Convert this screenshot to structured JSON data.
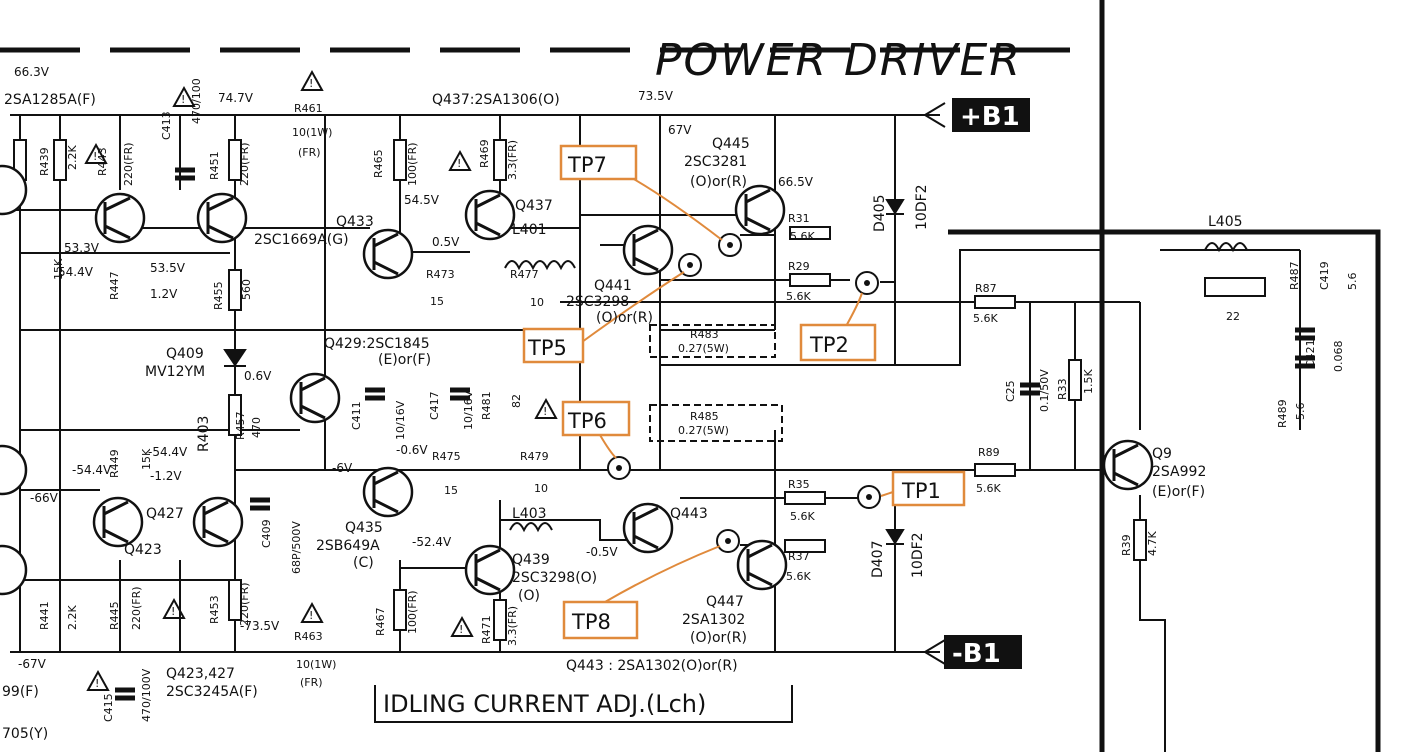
{
  "title": "POWER DRIVER",
  "note": "IDLING CURRENT ADJ.(Lch)",
  "rails": {
    "positive": "+B1",
    "negative": "-B1"
  },
  "test_points": [
    {
      "id": "tp7",
      "label": "TP7"
    },
    {
      "id": "tp5",
      "label": "TP5"
    },
    {
      "id": "tp2",
      "label": "TP2"
    },
    {
      "id": "tp6",
      "label": "TP6"
    },
    {
      "id": "tp1",
      "label": "TP1"
    },
    {
      "id": "tp8",
      "label": "TP8"
    }
  ],
  "labels": [
    "2SA1285A(F)",
    "Q437:2SA1306(O)",
    "Q445",
    "2SC3281",
    "(O)or(R)",
    "Q433",
    "2SC1669A(G)",
    "Q437",
    "L401",
    "Q441",
    "2SC3298",
    "(O)or(R)",
    "Q429:2SC1845",
    "(E)or(F)",
    "Q409",
    "MV12YM",
    "R403",
    "Q435",
    "2SB649A",
    "(C)",
    "L403",
    "Q443",
    "Q439",
    "2SC3298(O)",
    "(O)",
    "Q447",
    "2SA1302",
    "(O)or(R)",
    "Q443 : 2SA1302(O)or(R)",
    "Q423,427",
    "2SC3245A(F)",
    "Q427",
    "Q423",
    "Q9",
    "2SA992",
    "(E)or(F)",
    "L405",
    "D405",
    "10DF2",
    "D407",
    "10DF2",
    "705(Y)",
    "99(F)"
  ],
  "components": [
    "R31",
    "5.6K",
    "R29",
    "5.6K",
    "R483",
    "0.27(5W)",
    "R485",
    "0.27(5W)",
    "R35",
    "5.6K",
    "R37",
    "5.6K",
    "R87",
    "5.6K",
    "R89",
    "5.6K",
    "C25",
    "0.1/50V",
    "R33",
    "1.5K",
    "R39",
    "4.7K",
    "R487",
    "22",
    "C421",
    "0.068",
    "C419",
    "5.6",
    "R489",
    "5.6",
    "R461",
    "10(1W)",
    "(FR)",
    "R463",
    "10(1W)",
    "(FR)",
    "R439",
    "2.2K",
    "R441",
    "2.2K",
    "R443",
    "220(FR)",
    "R445",
    "220(FR)",
    "R447",
    "15K",
    "R449",
    "15K",
    "R455",
    "560",
    "R457",
    "470",
    "R451",
    "220(FR)",
    "R453",
    "220(FR)",
    "R465",
    "100(FR)",
    "R467",
    "100(FR)",
    "R469",
    "3.3(FR)",
    "R471",
    "3.3(FR)",
    "C411",
    "10/16V",
    "C417",
    "10/16V",
    "R481",
    "82",
    "R473",
    "15",
    "R475",
    "15",
    "R477",
    "10",
    "R479",
    "10",
    "C409",
    "68P/500V",
    "C413",
    "470/100",
    "C415",
    "470/100V"
  ],
  "voltages": [
    "66.3V",
    "74.7V",
    "73.5V",
    "67V",
    "66.5V",
    "54.5V",
    "53.3V",
    "54.4V",
    "53.5V",
    "1.2V",
    "0.5V",
    "0.6V",
    "-0.6V",
    "-54.4V",
    "-54.4V",
    "-6V",
    "-66V",
    "-52.4V",
    "-73.5V",
    "-67V",
    "-1.2V",
    "-0.5V"
  ]
}
